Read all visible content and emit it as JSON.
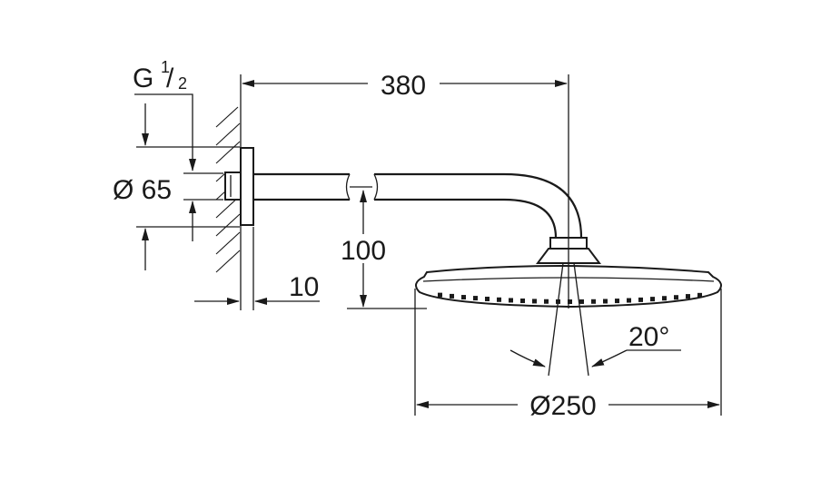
{
  "dimensions": {
    "thread_main": "G",
    "thread_num": "1",
    "thread_den": "2",
    "flange_diameter": "Ø 65",
    "arm_length": "380",
    "drop_height": "100",
    "flange_depth": "10",
    "spray_angle": "20°",
    "head_diameter": "Ø250"
  }
}
